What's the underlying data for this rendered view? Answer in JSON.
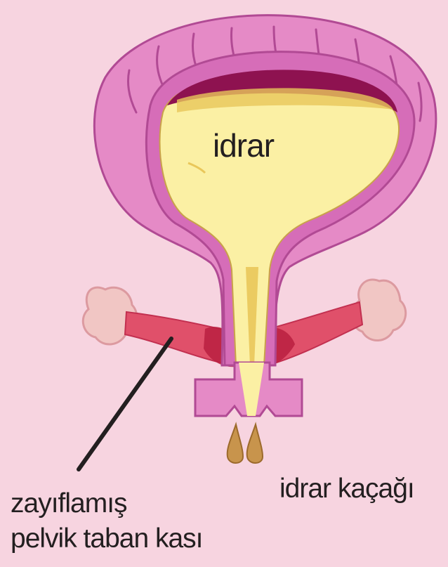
{
  "labels": {
    "urine": "idrar",
    "leak": "idrar kaçağı",
    "muscle_line1": "zayıflamış",
    "muscle_line2": "pelvik taban kası"
  },
  "colors": {
    "background": "#f7d4e0",
    "bladder_outer": "#e58ac6",
    "bladder_wall": "#d66db8",
    "bladder_outline": "#b14a94",
    "urine": "#fbf0a4",
    "urine_dark": "#e9c75a",
    "urine_top": "#8e1250",
    "muscle": "#e0506a",
    "muscle_dark": "#b81e3f",
    "bone": "#f1c6c4",
    "drop": "#c8944c",
    "pointer": "#231f20"
  },
  "icons": [
    "bladder-illustration",
    "pelvic-muscle-illustration",
    "urine-drop-icon",
    "pointer-line"
  ]
}
